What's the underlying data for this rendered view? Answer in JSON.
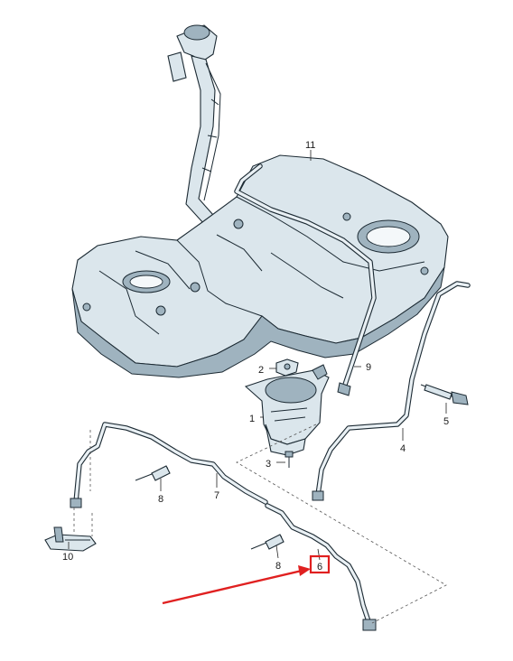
{
  "callouts": {
    "c1": "1",
    "c2": "2",
    "c3": "3",
    "c4": "4",
    "c5": "5",
    "c6": "6",
    "c7": "7",
    "c8a": "8",
    "c8b": "8",
    "c9": "9",
    "c10": "10",
    "c11": "11"
  },
  "colors": {
    "highlight": "#e02020",
    "part_fill": "#dbe6ec",
    "outline": "#1c2a33"
  }
}
